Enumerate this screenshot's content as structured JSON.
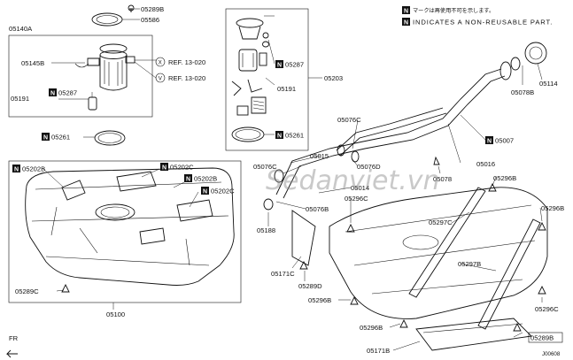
{
  "legend": {
    "n_line_1": "マークは再使用不可を示します。",
    "n_line_2": "INDICATES A NON-REUSABLE PART.",
    "n_symbol": "N"
  },
  "watermark": "Sedanviet.vn",
  "diagram_code": "J00608",
  "front_marker": "FR",
  "refs": {
    "ref_x_letter": "X",
    "ref_x_text": "REF. 13-020",
    "ref_v_letter": "V",
    "ref_v_text": "REF. 13-020"
  },
  "labels": {
    "p05289B": "05289B",
    "p05586": "05586",
    "p05140A": "05140A",
    "p05145B": "05145B",
    "p05191_left": "05191",
    "p05287_left": "05287",
    "p05261_left": "05261",
    "p05287_right": "05287",
    "p05191_right": "05191",
    "p05203": "05203",
    "p05261_right": "05261",
    "p05076C": "05076C",
    "p05114": "05114",
    "p05078B": "05078B",
    "p05007": "05007",
    "p05016": "05016",
    "p05078": "05078",
    "p05202B_left": "05202B",
    "p05202C_top": "05202C",
    "p05202B_right": "05202B",
    "p05202C_right": "05202C",
    "p05015": "05015",
    "p05076C_mid": "05076C",
    "p05076D": "05076D",
    "p05014": "05014",
    "p05296C_top": "05296C",
    "p05296B_tr": "05296B",
    "p05296B_r": "05296B",
    "p05297C": "05297C",
    "p05076B": "05076B",
    "p05188": "05188",
    "p05171C": "05171C",
    "p05289D": "05289D",
    "p05297B": "05297B",
    "p05289C": "05289C",
    "p05100": "05100",
    "p05296B_bottom": "05296B",
    "p05296C_r": "05296C",
    "p05296B_b2": "05296B",
    "p05171B": "05171B",
    "p05289B_bottom": "05289B"
  }
}
